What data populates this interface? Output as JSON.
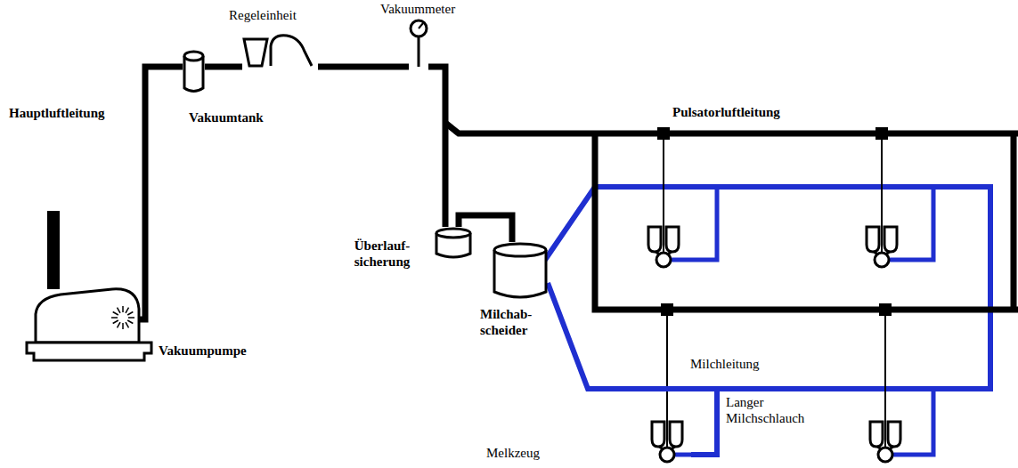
{
  "diagram": {
    "nodes": [
      {
        "text": [
          "Vakuumpumpe"
        ]
      },
      {
        "text": [
          "Vakuumtank"
        ]
      },
      {
        "text": [
          "Regeleinheit"
        ]
      },
      {
        "text": [
          "Vakuummeter"
        ]
      },
      {
        "text": [
          "Überlauf- sicherung"
        ]
      },
      {
        "text": [
          "Milchab- scheider"
        ]
      },
      {
        "text": [
          "Melkzeug"
        ]
      }
    ],
    "edges": [
      {
        "from": 0,
        "to": 1,
        "arrow": "none"
      },
      {
        "from": 1,
        "to": 2,
        "arrow": "none"
      },
      {
        "from": 2,
        "to": 3,
        "arrow": "none"
      },
      {
        "from": 3,
        "to": 4,
        "arrow": "none"
      },
      {
        "from": 4,
        "to": 5,
        "arrow": "none"
      },
      {
        "from": 5,
        "to": 6,
        "arrow": "none"
      }
    ],
    "labels": [
      "Hauptluftleitung",
      "Pulsatorluftleitung",
      "Milchleitung",
      "Langer Milchschlauch"
    ]
  }
}
